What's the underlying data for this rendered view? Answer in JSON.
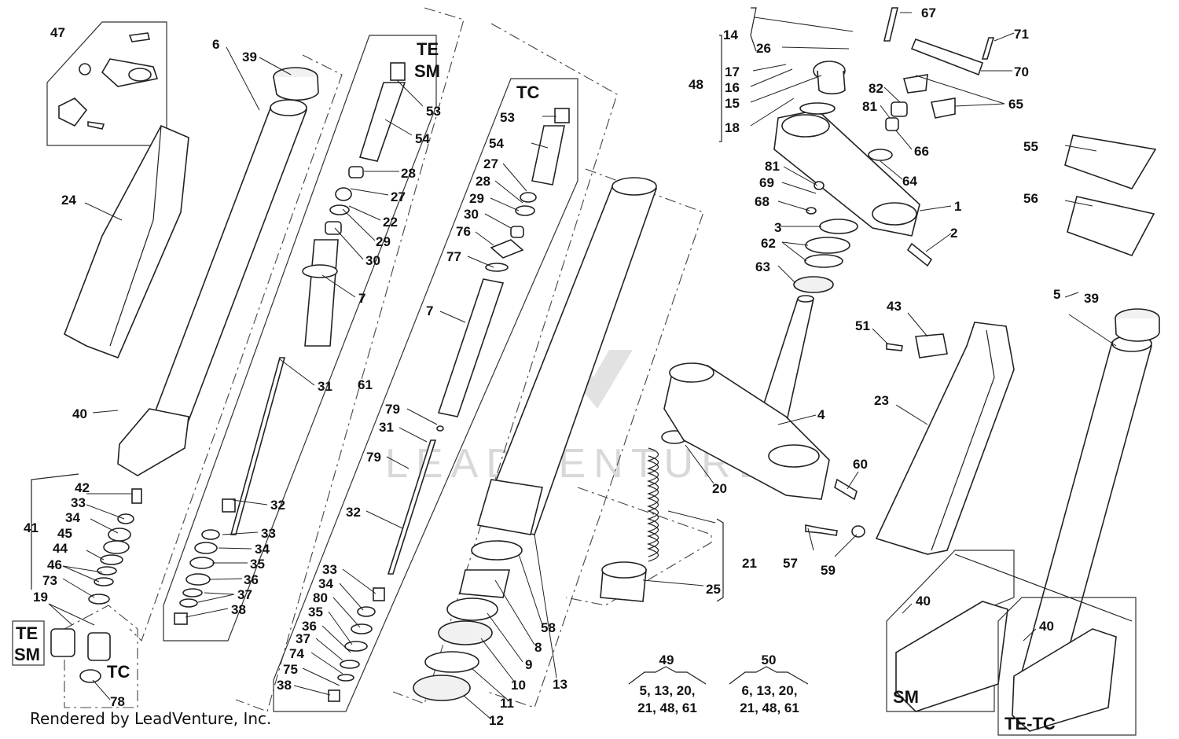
{
  "diagram": {
    "group_labels": {
      "te_sm_inner": [
        "TE",
        "SM"
      ],
      "tc_inner": "TC",
      "te_sm_bottom": [
        "TE",
        "SM"
      ],
      "tc_bottom": "TC",
      "sm_foot": "SM",
      "te_tc_foot": "TE-TC"
    },
    "kits": [
      {
        "number": "49",
        "contents": [
          "5, 13, 20,",
          "21, 48, 61"
        ]
      },
      {
        "number": "50",
        "contents": [
          "6, 13, 20,",
          "21, 48, 61"
        ]
      }
    ],
    "callouts": [
      "47",
      "6",
      "39",
      "24",
      "40",
      "42",
      "33",
      "34",
      "45",
      "44",
      "46",
      "73",
      "41",
      "19",
      "78",
      "53",
      "54",
      "28",
      "27",
      "22",
      "29",
      "30",
      "7",
      "31",
      "61",
      "32",
      "33",
      "34",
      "35",
      "36",
      "37",
      "38",
      "53",
      "54",
      "27",
      "28",
      "29",
      "30",
      "76",
      "77",
      "7",
      "79",
      "31",
      "79",
      "32",
      "33",
      "34",
      "80",
      "35",
      "36",
      "37",
      "74",
      "75",
      "38",
      "58",
      "8",
      "9",
      "10",
      "11",
      "12",
      "13",
      "20",
      "21",
      "25",
      "14",
      "26",
      "67",
      "71",
      "70",
      "48",
      "17",
      "16",
      "15",
      "18",
      "82",
      "81",
      "65",
      "66",
      "64",
      "1",
      "2",
      "81",
      "69",
      "68",
      "3",
      "62",
      "63",
      "55",
      "56",
      "43",
      "51",
      "4",
      "60",
      "57",
      "59",
      "23",
      "5",
      "39",
      "40",
      "40"
    ],
    "watermark": "LEADVENTURE",
    "credit": "Rendered by LeadVenture, Inc."
  }
}
